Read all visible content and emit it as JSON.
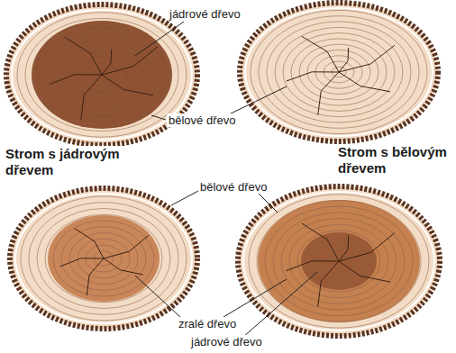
{
  "diagram": {
    "labels": [
      "jádrové dřevo",
      "bělové dřevo",
      "Strom s jádrovým dřevem",
      "Strom s bělovým dřevem",
      "bělové dřevo",
      "zralé dřevo",
      "jádrové dřevo"
    ]
  }
}
